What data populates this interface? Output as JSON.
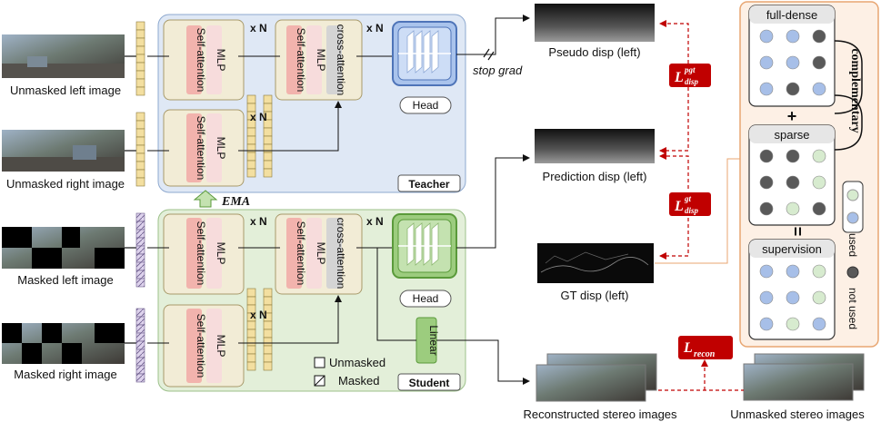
{
  "inputs": {
    "unmasked_left": "Unmasked left image",
    "unmasked_right": "Unmasked right image",
    "masked_left": "Masked left image",
    "masked_right": "Masked right image"
  },
  "blocks": {
    "self_attention": "Self-attention",
    "mlp": "MLP",
    "cross_attention": "cross-attention",
    "repeat": "x N",
    "head": "Head",
    "linear": "Linear"
  },
  "teacher": {
    "label": "Teacher"
  },
  "student": {
    "label": "Student"
  },
  "ema": "EMA",
  "stop_grad": "stop grad",
  "outputs": {
    "pseudo": "Pseudo disp (left)",
    "prediction": "Prediction disp (left)",
    "gt": "GT disp (left)",
    "reconstructed": "Reconstructed stereo images",
    "unmasked_stereo": "Unmasked stereo images"
  },
  "losses": {
    "pgt_base": "L",
    "pgt_sup": "pgt",
    "pgt_sub": "disp",
    "gt_base": "L",
    "gt_sup": "gt",
    "gt_sub": "disp",
    "recon_base": "L",
    "recon_sub": "recon"
  },
  "legend": {
    "unmasked": "Unmasked",
    "masked": "Masked"
  },
  "right_panel": {
    "full_dense": "full-dense",
    "sparse": "sparse",
    "supervision": "supervision",
    "complementary": "complementary",
    "plus": "+",
    "equals": "=",
    "used": "used",
    "not_used": "not used",
    "full_dense_dots": [
      "used",
      "used",
      "not_used",
      "used",
      "used",
      "not_used",
      "used",
      "not_used",
      "used"
    ],
    "sparse_dots": [
      "not_used",
      "not_used",
      "empty",
      "not_used",
      "not_used",
      "empty",
      "not_used",
      "empty",
      "not_used"
    ],
    "supervision_dots": [
      "used",
      "used",
      "empty",
      "used",
      "used",
      "empty",
      "used",
      "empty",
      "used"
    ]
  },
  "colors": {
    "teacher_bg": "#dfe8f5",
    "student_bg": "#e3efd9",
    "token_unmasked": "#f3dfa0",
    "token_masked": "#ddd2ec",
    "block_bg": "#f2ecd6",
    "attention": "#f2b3ad",
    "mlp": "#f7dcdc",
    "cross": "#d4d4d4",
    "loss": "#c00000",
    "used": "#a7bfe8",
    "not_used": "#595959",
    "empty": "#d7ebcf",
    "panel_border": "#e8a672"
  }
}
